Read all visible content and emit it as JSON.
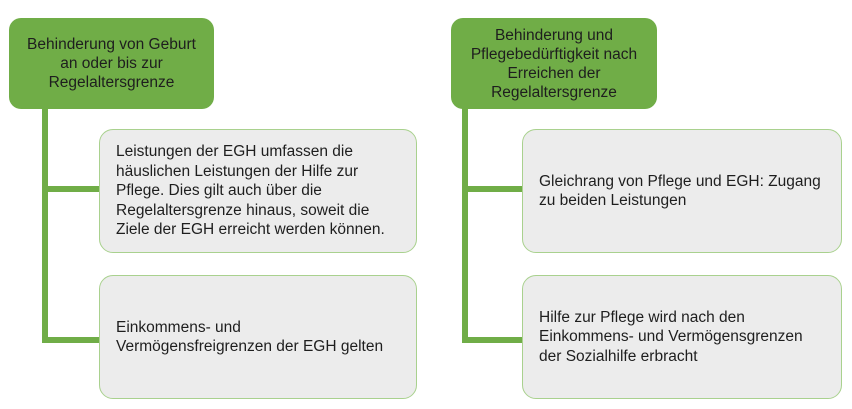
{
  "diagram": {
    "accent_color": "#70ad47",
    "card_color": "#ececec",
    "columns": [
      {
        "header": "Behinderung von Geburt an oder bis zur Regelaltersgrenze",
        "cards": [
          "Leistungen der EGH umfassen die häuslichen Leistungen der Hilfe zur Pflege. Dies gilt auch über die Regelaltersgrenze hinaus, soweit die Ziele der EGH erreicht werden können.",
          "Einkommens- und Vermögensfreigrenzen der EGH gelten"
        ]
      },
      {
        "header": "Behinderung und Pflegebedürftigkeit nach Erreichen der Regelaltersgrenze",
        "cards": [
          "Gleichrang von Pflege und EGH: Zugang zu beiden Leistungen",
          "Hilfe zur Pflege wird nach den Einkommens- und Vermögensgrenzen der Sozialhilfe erbracht"
        ]
      }
    ]
  }
}
